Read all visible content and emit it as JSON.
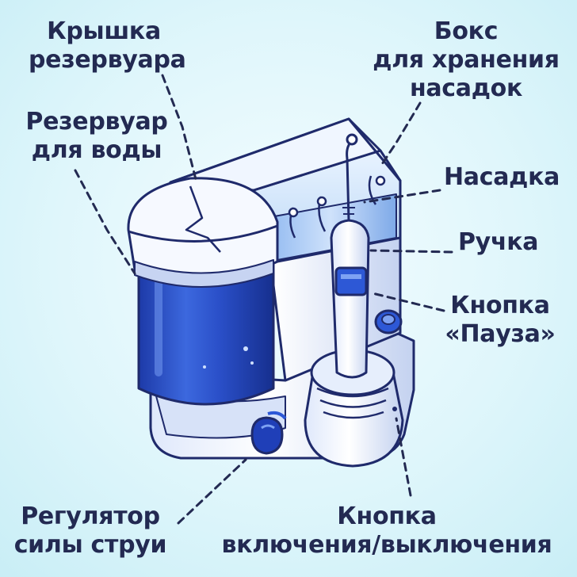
{
  "labels": {
    "reservoir_lid": [
      "Крышка",
      "резервуара"
    ],
    "water_reservoir": [
      "Резервуар",
      "для воды"
    ],
    "tip_storage_box": [
      "Бокс",
      "для хранения",
      "насадок"
    ],
    "tip": [
      "Насадка"
    ],
    "handle": [
      "Ручка"
    ],
    "pause_button": [
      "Кнопка",
      "«Пауза»"
    ],
    "pressure_regulator": [
      "Регулятор",
      "силы струи"
    ],
    "power_button": [
      "Кнопка",
      "включения/выключения"
    ]
  },
  "colors": {
    "text": "#232a52",
    "outline": "#1f2a6b",
    "blue_dark": "#1f3fb8",
    "blue_mid": "#3e6be0",
    "blue_light": "#9fc2f5",
    "body_white": "#f2f6ff",
    "body_shade": "#c9d6f2",
    "leader_line": "#232a52"
  }
}
